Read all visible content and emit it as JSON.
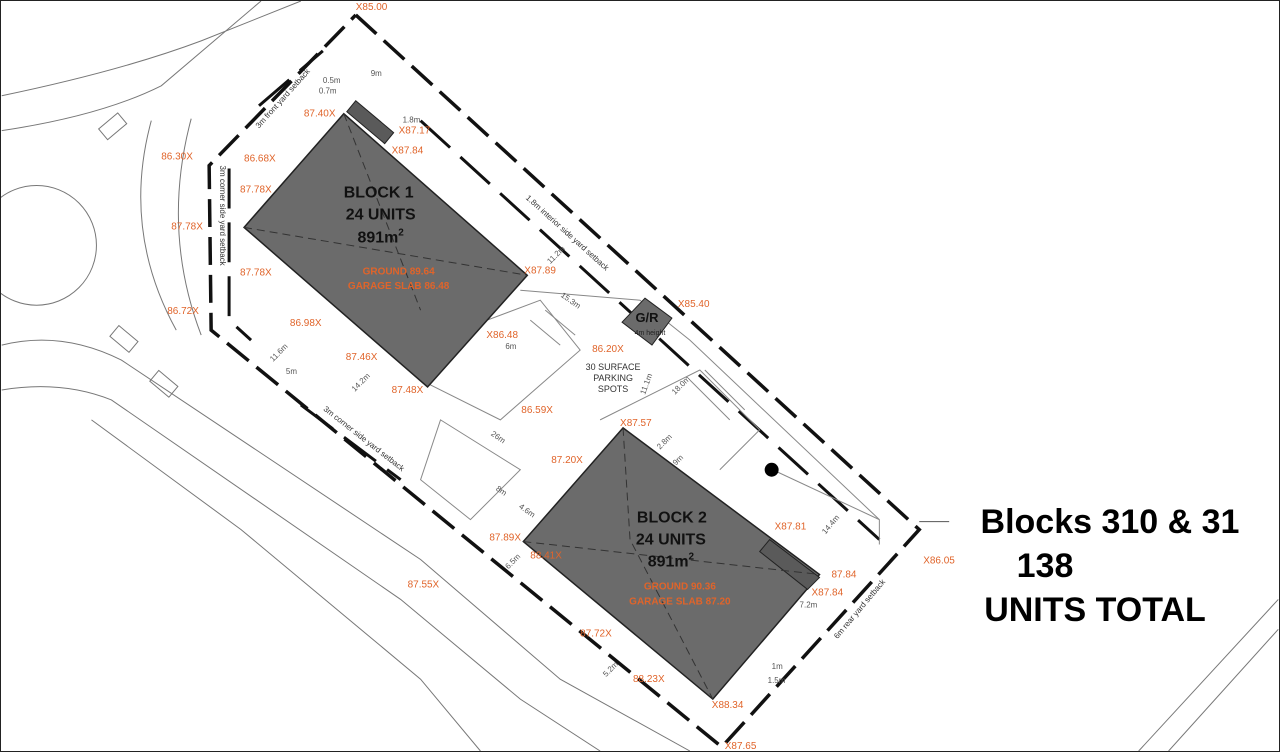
{
  "blocks": [
    {
      "name": "BLOCK 1",
      "units": "24 UNITS",
      "area": "891m",
      "area_sup": "2",
      "ground": "GROUND 89.64",
      "garage": "GARAGE SLAB 86.48"
    },
    {
      "name": "BLOCK 2",
      "units": "24 UNITS",
      "area": "891m",
      "area_sup": "2",
      "ground": "GROUND 90.36",
      "garage": "GARAGE SLAB 87.20"
    }
  ],
  "garbage_room": {
    "label": "G/R",
    "note": "4m height"
  },
  "parking_label": [
    "30 SURFACE",
    "PARKING",
    "SPOTS"
  ],
  "setbacks": {
    "front": "3m front yard setback",
    "corner_side_1": "3m corner side yard setback",
    "corner_side_2": "3m corner side yard setback",
    "interior": "1.8m interior side yard setback",
    "rear": "6m rear yard setback"
  },
  "dimensions": [
    "9m",
    "0.5m",
    "0.7m",
    "1.8m",
    "11.2m",
    "15.3m",
    "6m",
    "11.6m",
    "5m",
    "14.2m",
    "26m",
    "8m",
    "4.6m",
    "6.5m",
    "11.1m",
    "18.0m",
    "2.8m",
    "9m",
    "14.4m",
    "7.2m",
    "1m",
    "1.5m",
    "5.2m"
  ],
  "elevations": [
    "X85.00",
    "87.40X",
    "X87.17",
    "X87.84",
    "86.68X",
    "87.78X",
    "87.78X",
    "87.78X",
    "86.30X",
    "X87.89",
    "X85.40",
    "X86.48",
    "86.20X",
    "86.98X",
    "86.72X",
    "87.46X",
    "87.48X",
    "86.59X",
    "X87.57",
    "87.20X",
    "87.89X",
    "X87.81",
    "X86.05",
    "88.41X",
    "87.84",
    "X87.84",
    "87.55X",
    "87.72X",
    "88.23X",
    "X88.34",
    "X87.65"
  ],
  "summary": {
    "line1": "Blocks  310 & 31",
    "line2": "138",
    "line3": "UNITS TOTAL"
  },
  "colors": {
    "building": "#6b6b6b",
    "elevation": "#e0642a",
    "line": "#222222"
  }
}
